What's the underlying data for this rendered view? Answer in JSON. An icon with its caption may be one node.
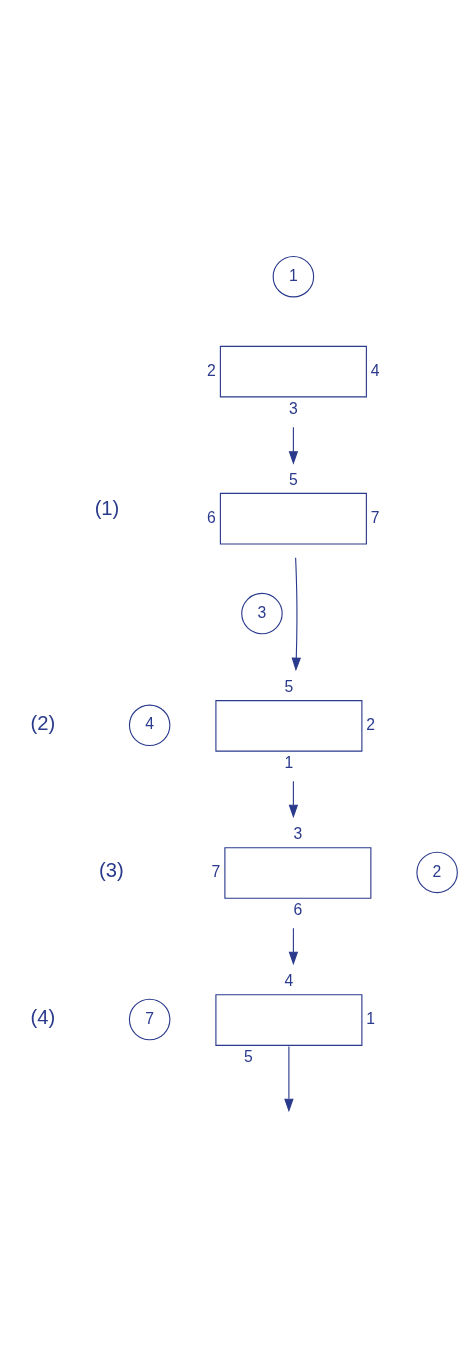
{
  "diagram": {
    "nodes": [
      {
        "text": [
          "1"
        ]
      },
      {
        "text": [],
        "shape": "box",
        "beside": [
          "2",
          "4",
          "3"
        ]
      },
      {
        "text": [],
        "shape": "box",
        "beside": [
          "5",
          "6",
          "7"
        ]
      },
      {
        "text": [
          "3"
        ]
      },
      {
        "text": [
          "4"
        ]
      },
      {
        "text": [],
        "shape": "box",
        "beside": [
          "5",
          "2",
          "1"
        ]
      },
      {
        "text": [],
        "shape": "box",
        "beside": [
          "3",
          "7",
          "6"
        ]
      },
      {
        "text": [
          "2"
        ]
      },
      {
        "text": [
          "7"
        ]
      },
      {
        "text": [],
        "shape": "box",
        "beside": [
          "4",
          "1",
          "5"
        ]
      }
    ],
    "edges": [
      {
        "from": 1,
        "to": 2,
        "arrow": "to"
      },
      {
        "from": 2,
        "to": 5,
        "arrow": "to"
      },
      {
        "from": 5,
        "to": 6,
        "arrow": "to"
      },
      {
        "from": 6,
        "to": 9,
        "arrow": "to"
      },
      {
        "from": 9,
        "to": null,
        "arrow": "to"
      }
    ],
    "labels": [
      "(1)",
      "(2)",
      "(3)",
      "(4)"
    ]
  }
}
